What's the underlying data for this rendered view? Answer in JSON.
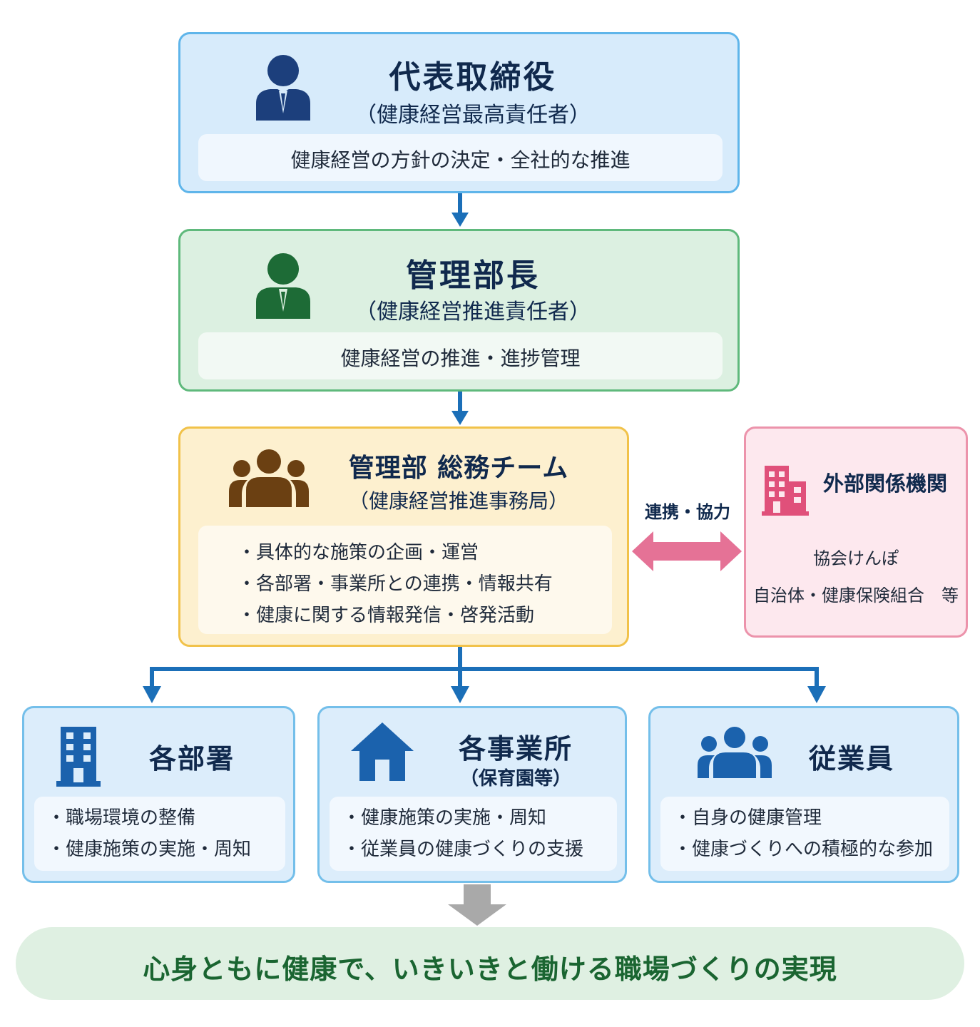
{
  "ceo": {
    "title": "代表取締役",
    "subtitle": "（健康経営最高責任者）",
    "role": "健康経営の方針の決定・全社的な推進",
    "icon": "person-icon",
    "border": "#5fb5ea",
    "fill": "#d7ebfb",
    "icon_color": "#1c3f7c"
  },
  "manager": {
    "title": "管理部長",
    "subtitle": "（健康経営推進責任者）",
    "role": "健康経営の推進・進捗管理",
    "icon": "person-icon",
    "border": "#5fb97c",
    "fill": "#dcf0e1",
    "icon_color": "#1d6b36"
  },
  "team": {
    "title": "管理部 総務チーム",
    "subtitle": "（健康経営推進事務局）",
    "items": [
      "具体的な施策の企画・運営",
      "各部署・事業所との連携・情報共有",
      "健康に関する情報発信・啓発活動"
    ],
    "icon": "group-icon",
    "border": "#f1c24a",
    "fill": "#fdf0cf",
    "icon_color": "#6b4012"
  },
  "link_label": "連携・協力",
  "external": {
    "title": "外部関係機関",
    "items": [
      "協会けんぽ",
      "自治体・健康保険組合　等"
    ],
    "icon": "building-icon",
    "border": "#ec93ab",
    "fill": "#fde8ee",
    "icon_color": "#e0507a"
  },
  "units": [
    {
      "title": "各部署",
      "subtitle": "",
      "items": [
        "職場環境の整備",
        "健康施策の実施・周知"
      ],
      "icon": "office-building-icon"
    },
    {
      "title": "各事業所",
      "subtitle": "（保育園等）",
      "items": [
        "健康施策の実施・周知",
        "従業員の健康づくりの支援"
      ],
      "icon": "house-icon"
    },
    {
      "title": "従業員",
      "subtitle": "",
      "items": [
        "自身の健康管理",
        "健康づくりへの積極的な参加"
      ],
      "icon": "group-icon"
    }
  ],
  "goal": "心身ともに健康で、いきいきと働ける職場づくりの実現",
  "colors": {
    "arrow": "#1b6fb8",
    "link_arrow": "#e57296",
    "result_arrow": "#a9a9a9",
    "unit_border": "#74bfea",
    "unit_fill": "#dcedfb",
    "unit_icon": "#1b62ad",
    "goal_fill": "#dff0e2",
    "goal_text": "#1a6531",
    "heading": "#10294d"
  }
}
